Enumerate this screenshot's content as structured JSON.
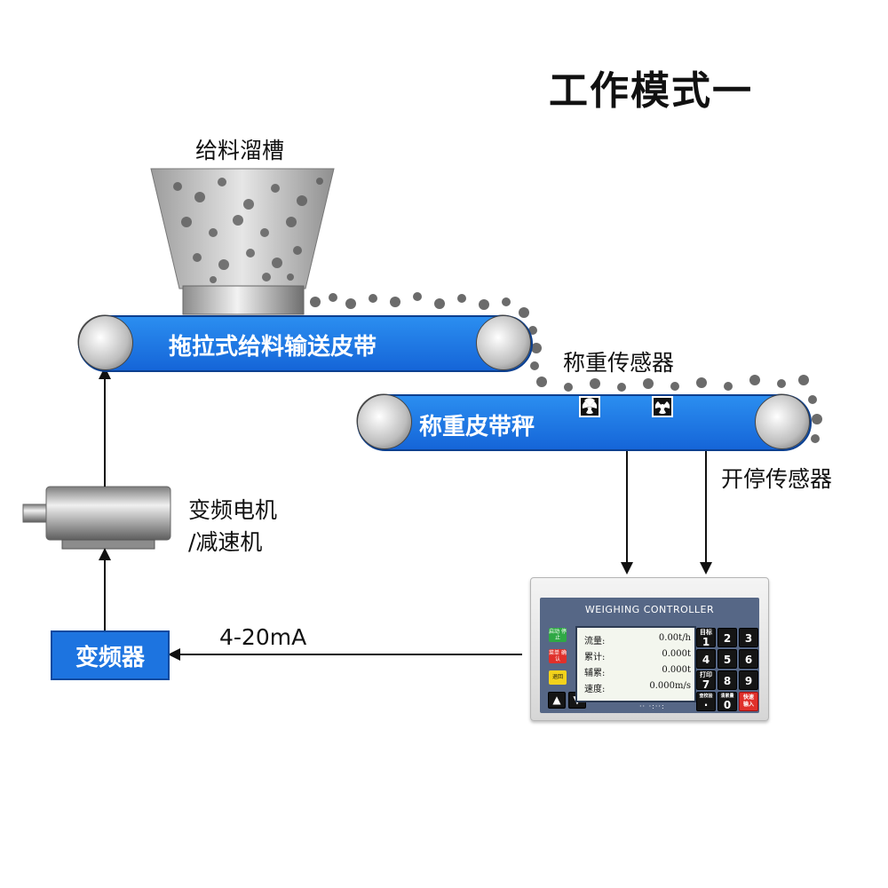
{
  "title": "工作模式一",
  "labels": {
    "hopper": "给料溜槽",
    "feed_belt": "拖拉式给料输送皮带",
    "weigh_sensor": "称重传感器",
    "scale_belt": "称重皮带秤",
    "stop_sensor": "开停传感器",
    "motor_line1": "变频电机",
    "motor_line2": "/减速机",
    "vfd": "变频器",
    "signal": "4-20mA"
  },
  "controller": {
    "name": "WEIGHING CONTROLLER",
    "lcd": [
      {
        "label": "流量:",
        "value": "0.00t/h"
      },
      {
        "label": "累计:",
        "value": "0.000t"
      },
      {
        "label": "辅累:",
        "value": "0.000t"
      },
      {
        "label": "速度:",
        "value": "0.000m/s"
      }
    ],
    "func_keys": [
      {
        "label": "启动 停止",
        "color": "#2fa845"
      },
      {
        "label": "菜单 确认",
        "color": "#e0302b"
      },
      {
        "label": "退回",
        "color": "#f3d21b"
      }
    ],
    "num_keys": [
      {
        "top": "目标",
        "num": "1"
      },
      {
        "top": "",
        "num": "2"
      },
      {
        "top": "",
        "num": "3"
      },
      {
        "top": "",
        "num": "4"
      },
      {
        "top": "",
        "num": "5"
      },
      {
        "top": "",
        "num": "6"
      },
      {
        "top": "打印",
        "num": "7"
      },
      {
        "top": "",
        "num": "8"
      },
      {
        "top": "",
        "num": "9"
      },
      {
        "top": "查校验",
        "num": "·"
      },
      {
        "top": "清累量",
        "num": "0"
      },
      {
        "top": "快速 输入",
        "num": ""
      }
    ]
  },
  "colors": {
    "belt": "#1e78e6",
    "vfd": "#1d74e0",
    "stop_sensor": "#e01010"
  }
}
